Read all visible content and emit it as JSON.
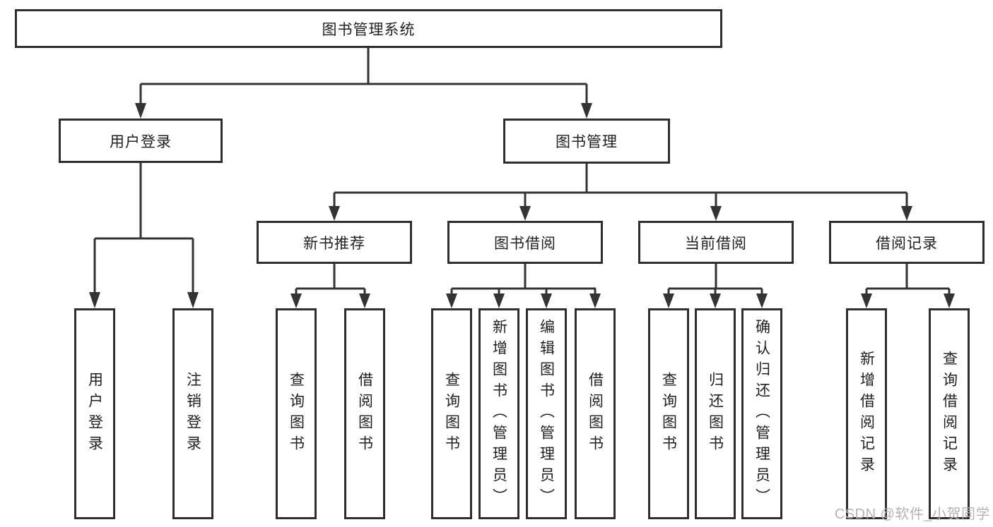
{
  "tree": {
    "label": "图书管理系统",
    "children": [
      {
        "label": "用户登录",
        "children": [
          {
            "label": "用户登录"
          },
          {
            "label": "注销登录"
          }
        ]
      },
      {
        "label": "图书管理",
        "children": [
          {
            "label": "新书推荐",
            "children": [
              {
                "label": "查询图书"
              },
              {
                "label": "借阅图书"
              }
            ]
          },
          {
            "label": "图书借阅",
            "children": [
              {
                "label": "查询图书"
              },
              {
                "label": "新增图书（管理员）"
              },
              {
                "label": "编辑图书（管理员）"
              },
              {
                "label": "借阅图书"
              }
            ]
          },
          {
            "label": "当前借阅",
            "children": [
              {
                "label": "查询图书"
              },
              {
                "label": "归还图书"
              },
              {
                "label": "确认归还（管理员）"
              }
            ]
          },
          {
            "label": "借阅记录",
            "children": [
              {
                "label": "新增借阅记录"
              },
              {
                "label": "查询借阅记录"
              }
            ]
          }
        ]
      }
    ]
  },
  "watermark": {
    "text": "CSDN @软件_小贺同学"
  },
  "colors": {
    "box_border": "#2e2e2e",
    "connector_line": "#333333",
    "text": "#1f1f1f",
    "watermark_text": "#b3b3b3",
    "background": "#ffffff"
  }
}
